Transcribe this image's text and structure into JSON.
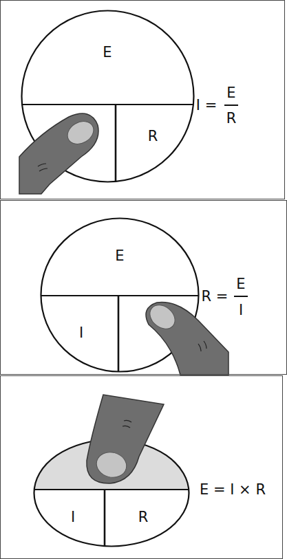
{
  "diagram": {
    "nodes": [
      {
        "text": [
          "E",
          "R"
        ]
      },
      {
        "text": [
          "E",
          "I"
        ]
      },
      {
        "text": [
          "I",
          "R"
        ]
      }
    ],
    "labels": [
      "I =",
      "E",
      "R",
      "R =",
      "E",
      "I",
      "E = I × R"
    ]
  }
}
